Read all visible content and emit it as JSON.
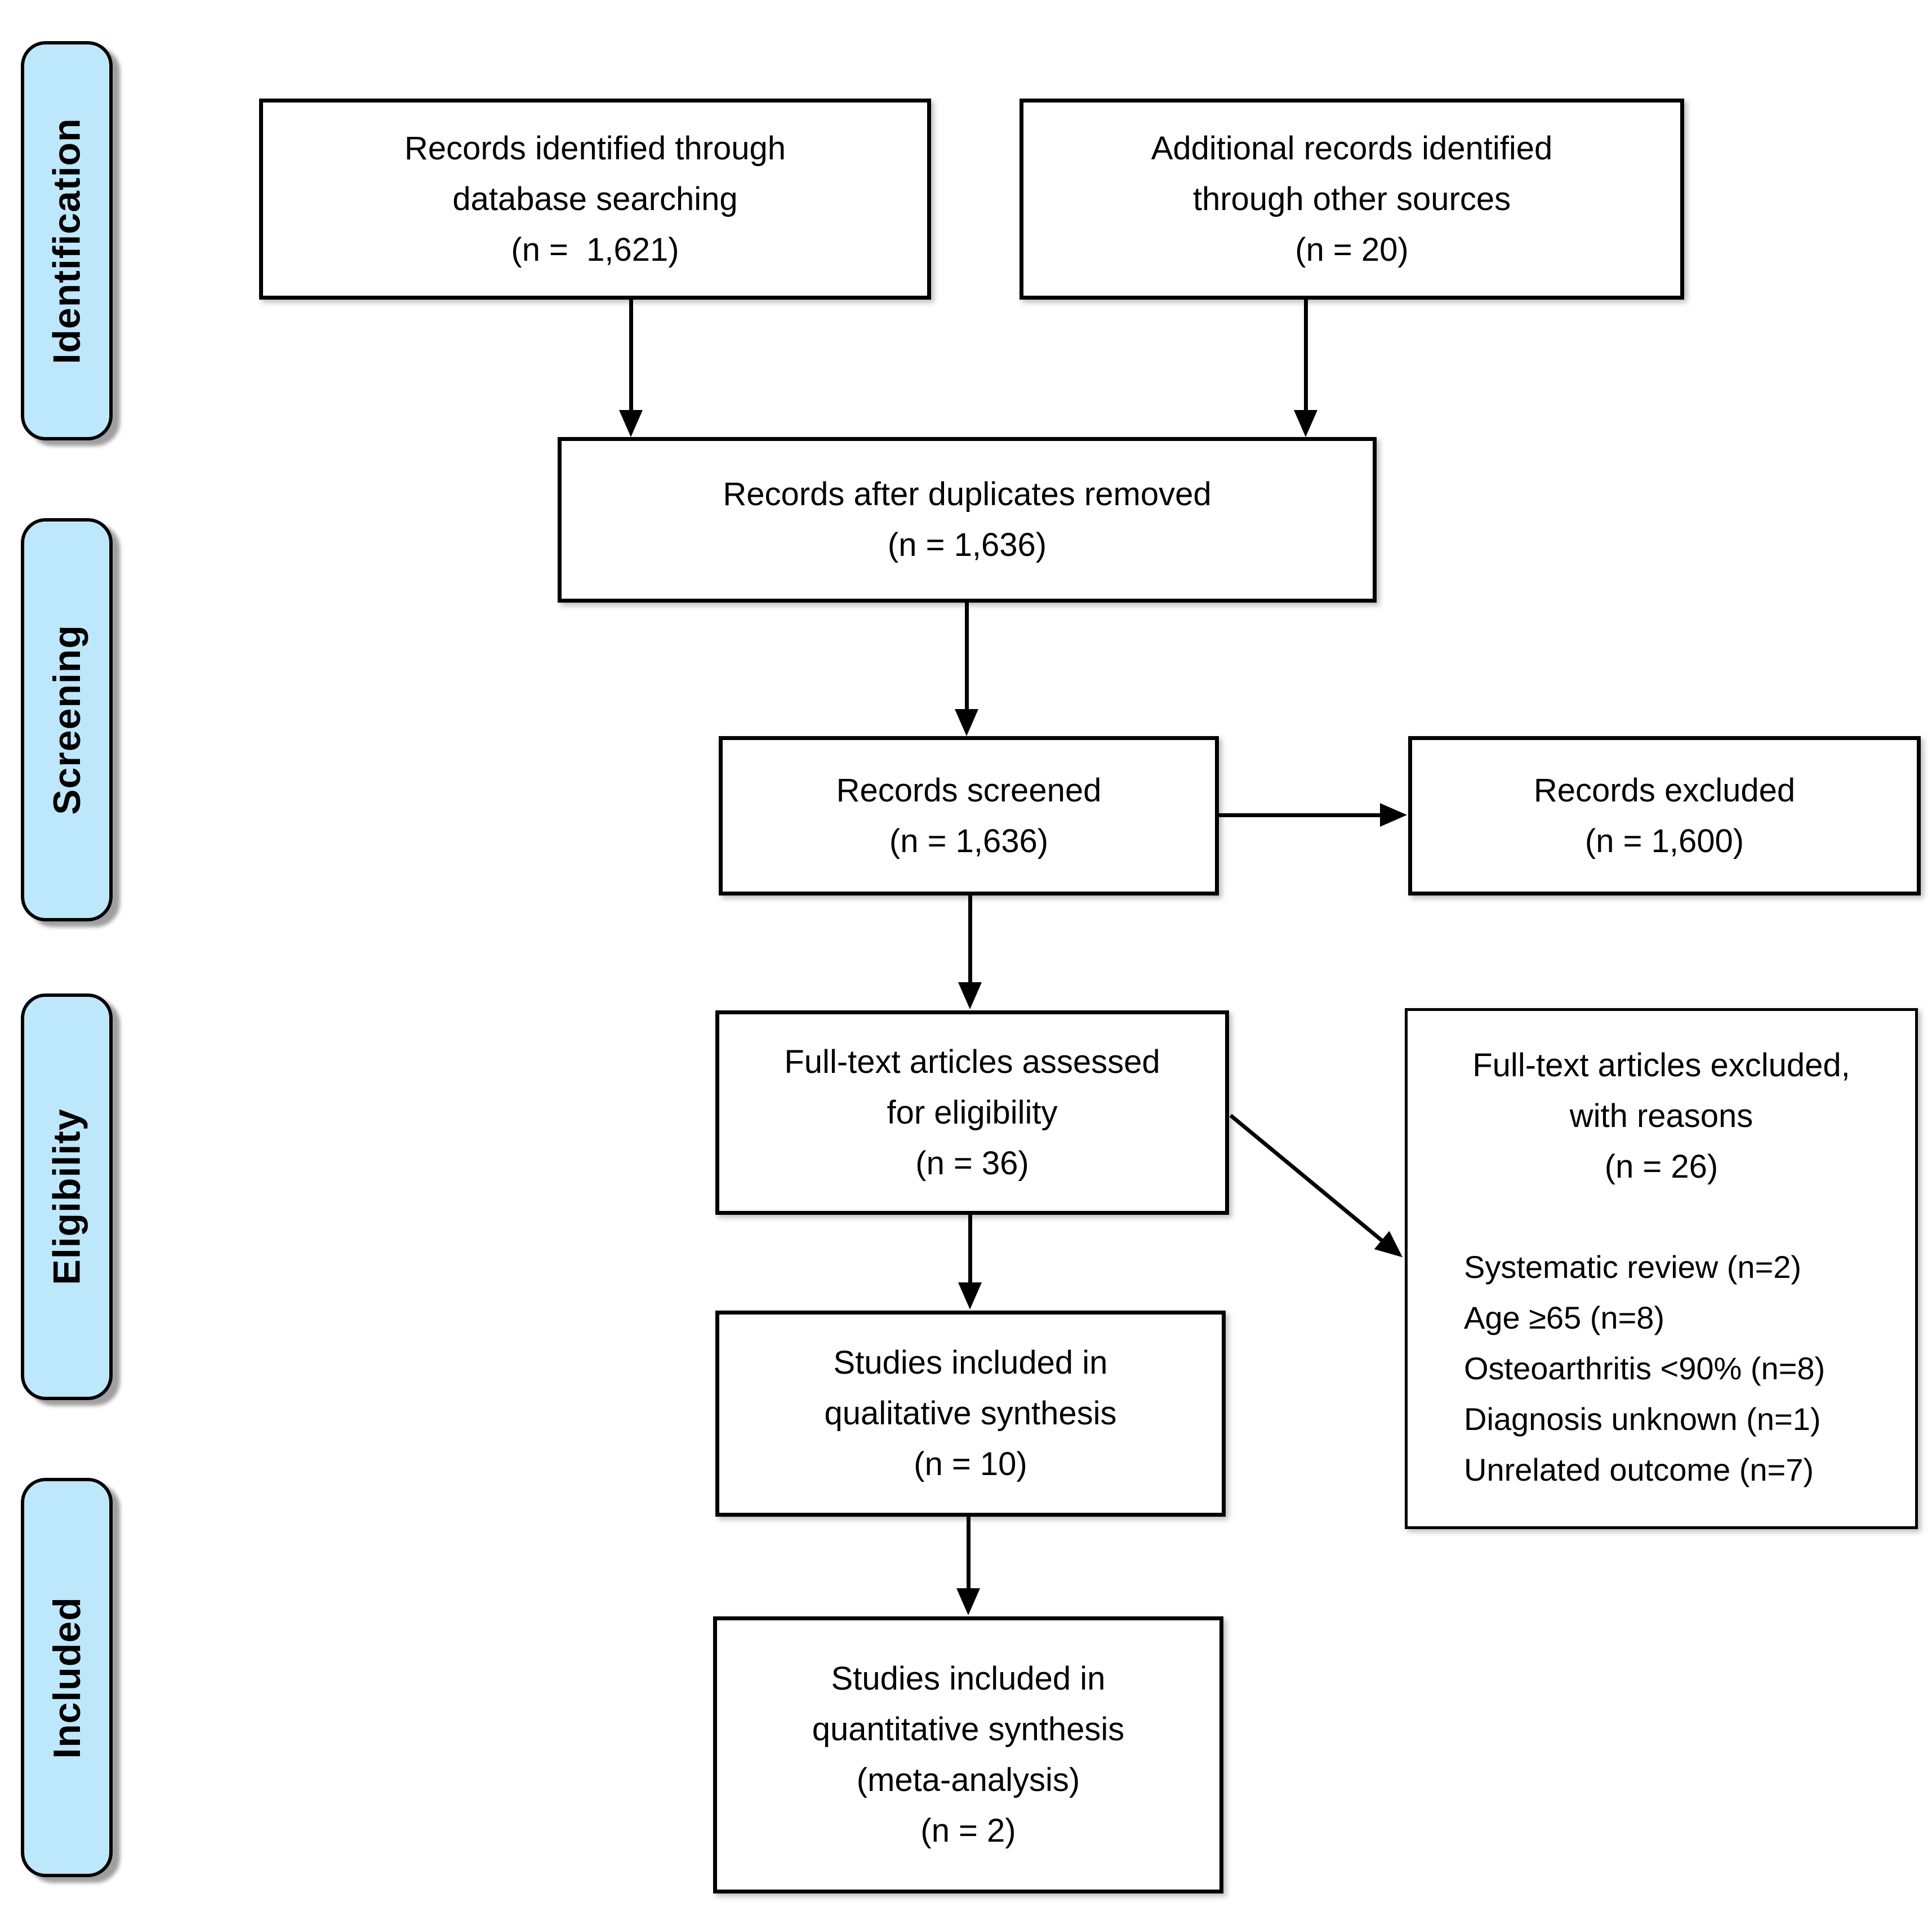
{
  "diagram_type": "prisma-flow",
  "colors": {
    "stage_fill": "#bde8fb",
    "box_fill": "#ffffff",
    "border": "#000000"
  },
  "stages": [
    {
      "label": "Identification"
    },
    {
      "label": "Screening"
    },
    {
      "label": "Eligibility"
    },
    {
      "label": "Included"
    }
  ],
  "boxes": {
    "identified": {
      "line1": "Records identified through",
      "line2": "database searching",
      "line3": "(n =  1,621)"
    },
    "additional": {
      "line1": "Additional records identified",
      "line2": "through other sources",
      "line3": "(n = 20)"
    },
    "deduplicated": {
      "line1": "Records after duplicates removed",
      "line2": "(n = 1,636)"
    },
    "screened": {
      "line1": "Records screened",
      "line2": "(n = 1,636)"
    },
    "excluded": {
      "line1": "Records excluded",
      "line2": "(n = 1,600)"
    },
    "fulltext": {
      "line1": "Full-text articles assessed",
      "line2": "for eligibility",
      "line3": "(n = 36)"
    },
    "fulltext_excluded": {
      "header1": "Full-text articles excluded,",
      "header2": "with reasons",
      "header3": "(n = 26)",
      "reasons": [
        "Systematic review (n=2)",
        "Age ≥65 (n=8)",
        "Osteoarthritis <90% (n=8)",
        "Diagnosis unknown (n=1)",
        "Unrelated outcome (n=7)"
      ]
    },
    "qualitative": {
      "line1": "Studies included in",
      "line2": "qualitative synthesis",
      "line3": "(n = 10)"
    },
    "quantitative": {
      "line1": "Studies included in",
      "line2": "quantitative synthesis",
      "line3": "(meta-analysis)",
      "line4": "(n = 2)"
    }
  }
}
